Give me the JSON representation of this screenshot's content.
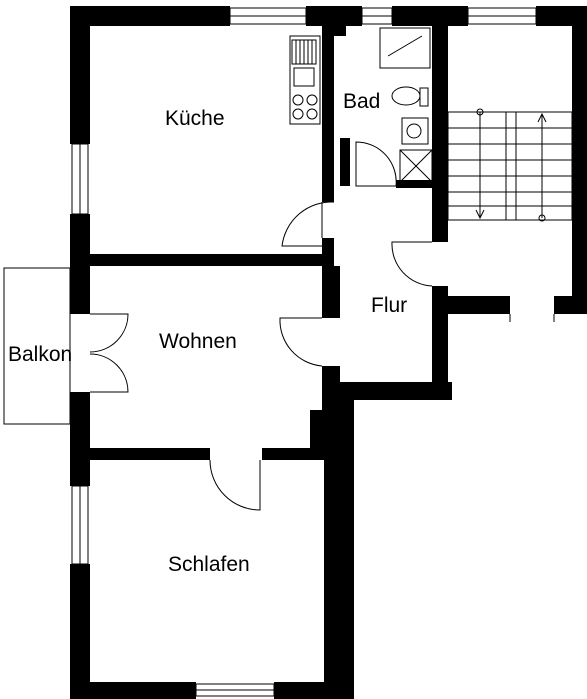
{
  "rooms": {
    "kueche": "Küche",
    "bad": "Bad",
    "flur": "Flur",
    "wohnen": "Wohnen",
    "balkon": "Balkon",
    "schlafen": "Schlafen"
  },
  "colors": {
    "wall": "#000000",
    "background": "#ffffff"
  }
}
